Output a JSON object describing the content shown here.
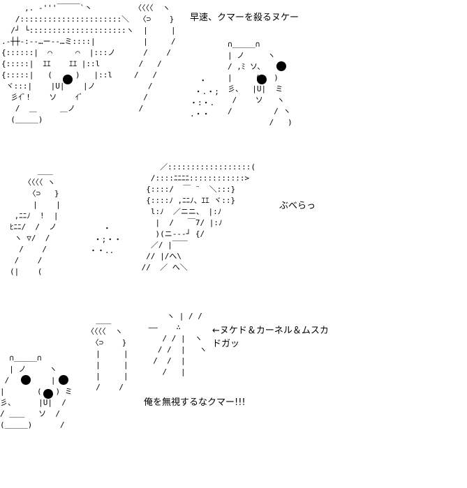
{
  "captions": {
    "line1": "早速、クマーを殺るヌケー",
    "line2": "ぶべらっ",
    "line3": "←ヌケド＆カーネル＆ムスカ",
    "line4": "ドガッ",
    "line5": "俺を無視するなクマー!!!"
  },
  "art": {
    "scene1_left": "     ,. ‐'''￣￣￣`丶\n   /::::::::::::::::::::::＼\n  /┘ └:::::::::::::::::::::ヽ\n.-┼┼-:-‐…ー‐‐…ミ::::|\n{::::::|  ⌒     ⌒  |:::ノ\n{:::::|  ｴｴ    ｴｴ |::l\n{:::::|   (     )   |::l\n ヾ:::|    |U|    |ノ\n  彡ｲﾞ!    ソ    ｲﾞ\n   /  ＿     ＿ノ\n  (＿＿＿)",
    "scene1_arm": "〈〈〈〈  ヽ\n 〈⊃    }\n  |     |\n  |     /\n  /    /\n /   /\n/   /\n   /\n  /\n /",
    "scene1_hit": "  ・\n ・.・;\n・:・.\n.・・",
    "scene1_bear": "∩＿＿＿∩\n| ノ     ヽ\n/ ,ﾐ ソ、   |\n|     (   )\n彡、  |U|  ミ\n /    ソ   ヽ\n/         / ヽ\n         /   )",
    "scene2_left": "      ＿＿\n   〈〈〈〈 ヽ\n    〈⊃   }\n     |    |\n ,ﾆﾆﾉ  !  |\nﾋﾆﾆ/  /  ノ\n ヽ ▽/  /\n  /    /\n /    /\n(|    (",
    "scene2_hit": "   ・\n ・;・・\n・・..",
    "scene2_bear": "     ／::::::::::::::::::(\n   /::::ﾆﾆﾆﾆ::::::::::::>\n  {::::/  ￣ ¨  ＼:::}\n  {::::ﾉ ,ﾆﾆﾉ、ｴｴ ヾ::}\n   l:ﾉ  ／ニニ、 |:ﾉ\n    |  /   ￣7/ |:ﾉ\n    )(ニ‐-‐┘ {/\n   ／/ |￣￣\n  // |/へ\\\n //  ／ へ＼",
    "scene3_arm": "  ＿＿\n〈〈〈〈  ヽ\n 〈⊃    }\n  |     |\n  |     |\n  |     |\n  /    /",
    "scene3_burst": "     ヽ | / /\n ――    ∴\n    / / |  ヽ\n   / /  |   ヽ\n  /  /  |\n    /   |",
    "scene3_bear": "  ∩＿＿＿∩\n  | ノ     ヽ\n /         |\n|       (   ) ミ\n彡、     |U|  /\n/ ＿＿   ソ  /\n(＿＿＿)      /"
  }
}
